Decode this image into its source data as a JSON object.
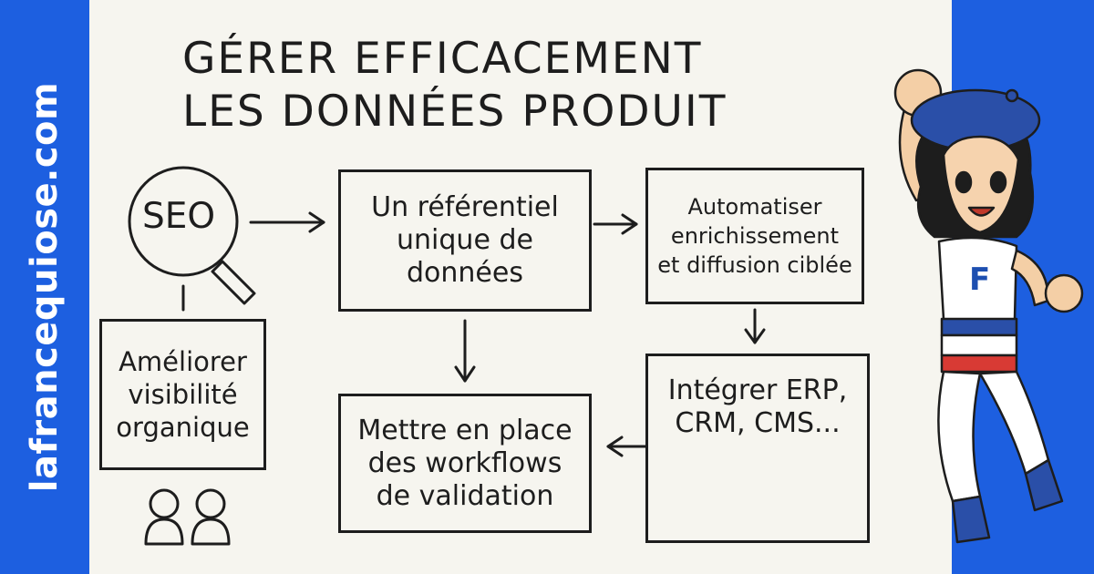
{
  "site": {
    "name": "lafrancequiose.com"
  },
  "title": {
    "line1": "Gérer efficacement",
    "line2": "les données produit"
  },
  "seo_icon": {
    "label": "SEO",
    "icon": "magnifier-icon"
  },
  "boxes": {
    "seo_goal": {
      "lines": [
        "Améliorer",
        "visibilité",
        "organique"
      ]
    },
    "referential": {
      "lines": [
        "Un référentiel",
        "unique de",
        "données"
      ]
    },
    "automate": {
      "lines": [
        "Automatiser",
        "enrichissement",
        "et diffusion ciblée"
      ]
    },
    "workflows": {
      "lines": [
        "Mettre en place",
        "des workflows",
        "de validation"
      ]
    },
    "integrate": {
      "lines": [
        "Intégrer ERP,",
        "CRM, CMS..."
      ]
    }
  },
  "icons": [
    "users-icon",
    "network-graph-icon",
    "hero-mascot-icon"
  ],
  "mascot": {
    "shirt_letter": "F"
  },
  "colors": {
    "brand_blue": "#1d5fe0",
    "paper": "#f6f5ef",
    "ink": "#1d1d1d",
    "flag_red": "#d83a34"
  }
}
